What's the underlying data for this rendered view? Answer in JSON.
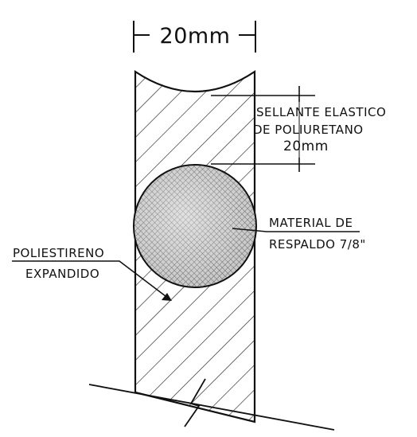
{
  "dimension_top": "20mm",
  "labels": {
    "sealant": {
      "line1": "SELLANTE ELASTICO",
      "line2": "DE POLIURETANO",
      "line3": "20mm"
    },
    "backer": {
      "line1": "MATERIAL DE",
      "line2": "RESPALDO 7/8\""
    },
    "foam": {
      "line1": "POLIESTIRENO",
      "line2": "EXPANDIDO"
    }
  },
  "colors": {
    "ink": "#111111",
    "background": "#ffffff",
    "rod_fill": "#8f8f8f"
  }
}
